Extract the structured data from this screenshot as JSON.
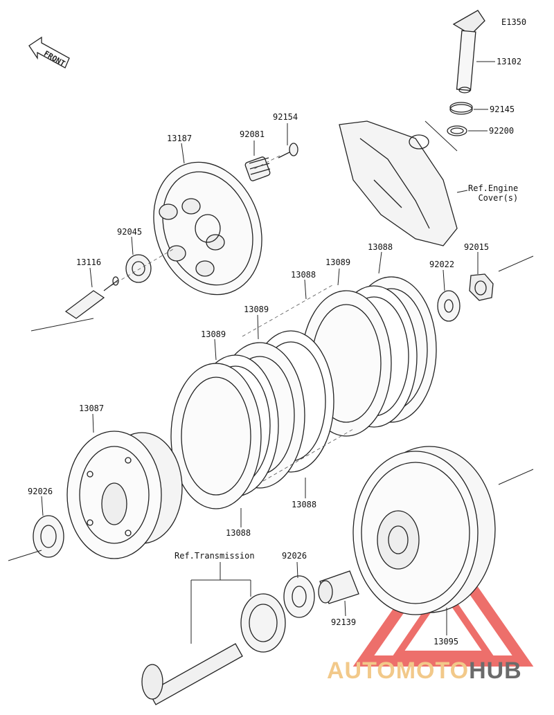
{
  "diagram_code": "E1350",
  "front_label": "FRONT",
  "labels": {
    "p13102": "13102",
    "p92145": "92145",
    "p92200": "92200",
    "p92154": "92154",
    "p92081": "92081",
    "p13187": "13187",
    "p92045": "92045",
    "p13116": "13116",
    "ref_engine_cover": "Ref.Engine\nCover(s)",
    "p92015": "92015",
    "p92022": "92022",
    "p13088_top": "13088",
    "p13089_top": "13089",
    "p13088_mid": "13088",
    "p13089_mid": "13089",
    "p13089_left": "13089",
    "p13087": "13087",
    "p13088_bottom_right": "13088",
    "p13088_bottom": "13088",
    "p92026_left": "92026",
    "ref_transmission": "Ref.Transmission",
    "p92026_right": "92026",
    "p92139": "92139",
    "p13095": "13095"
  },
  "watermark": {
    "part_a": "AUTOMOTO",
    "part_b": "HUB",
    "colors": {
      "a": "#f2c98a",
      "b": "#6b6b6b",
      "triangle": "#e8403a"
    }
  }
}
